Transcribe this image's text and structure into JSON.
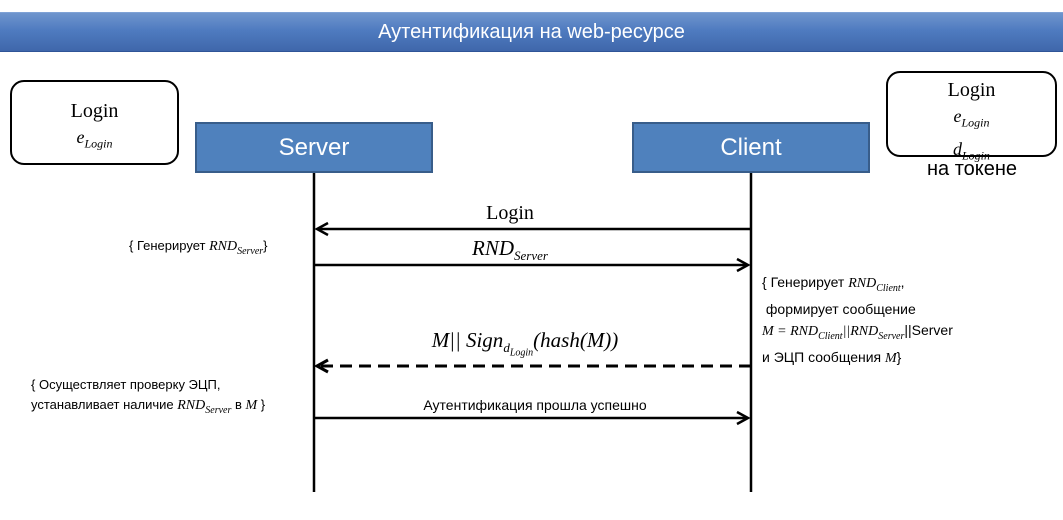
{
  "header": {
    "title": "Аутентификация на web-ресурсе"
  },
  "server_keys": {
    "login": "Login",
    "e": "e",
    "e_sub": "Login"
  },
  "client_keys": {
    "login": "Login",
    "e": "e",
    "e_sub": "Login",
    "d": "d",
    "d_sub": "Login",
    "location": "на токене"
  },
  "actors": {
    "server": "Server",
    "client": "Client"
  },
  "messages": {
    "m1": "Login",
    "m2_var": "RND",
    "m2_sub": "Server",
    "m3_pre": "M|| Sign",
    "m3_sub": "d",
    "m3_subsub": "Login",
    "m3_post": "(hash(M))",
    "m4": "Аутентификация прошла успешно"
  },
  "notes": {
    "server_gen_pre": "{ Генерирует ",
    "server_gen_var": "RND",
    "server_gen_sub": "Server",
    "server_gen_post": "}",
    "client_l1_pre": "{ Генерирует ",
    "client_l1_var": "RND",
    "client_l1_sub": "Client",
    "client_l1_post": ",",
    "client_l2": "формирует сообщение",
    "client_l3_m": "M = RND",
    "client_l3_sub1": "Client",
    "client_l3_mid": "||RND",
    "client_l3_sub2": "Server",
    "client_l3_post": "||Server",
    "client_l4_pre": "и ЭЦП сообщения ",
    "client_l4_var": "M",
    "client_l4_post": "}",
    "verify_l1": "{ Осуществляет проверку  ЭЦП,",
    "verify_l2_pre": "устанавливает наличие ",
    "verify_l2_var": "RND",
    "verify_l2_sub": "Server",
    "verify_l2_mid": " в ",
    "verify_l2_m": "M",
    "verify_l2_post": " }"
  }
}
